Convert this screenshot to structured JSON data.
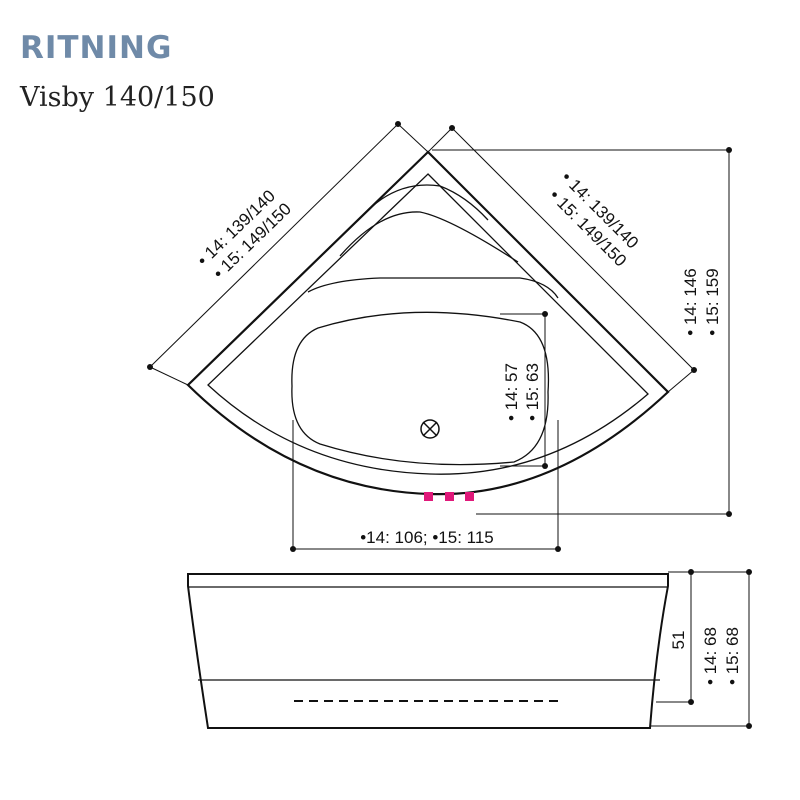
{
  "header": {
    "title": "RITNING",
    "subtitle": "Visby 140/150"
  },
  "colors": {
    "title": "#6f8aa8",
    "controls": "#e0197a",
    "line": "#111111"
  },
  "top_view": {
    "left_side_label_14": "• 14: 139/140",
    "left_side_label_15": "• 15: 149/150",
    "right_side_label_14": "• 14: 139/140",
    "right_side_label_15": "• 15: 149/150",
    "depth_label_14": "• 14: 146",
    "depth_label_15": "• 15: 159",
    "basin_length_label_14": "• 14: 57",
    "basin_length_label_15": "• 15: 63",
    "basin_width_label": "•14: 106; •15: 115"
  },
  "side_view": {
    "height_label": "51",
    "total_height_label_14": "• 14: 68",
    "total_height_label_15": "• 15: 68"
  }
}
